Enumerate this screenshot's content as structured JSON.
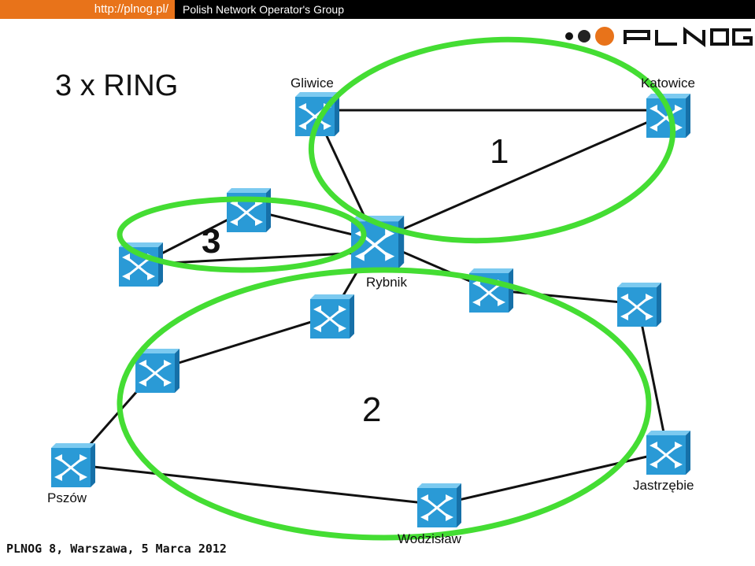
{
  "header": {
    "url": "http://plnog.pl/",
    "org": "Polish Network Operator's Group",
    "logo_text": "PLNOG",
    "accent": "#e8731a"
  },
  "slide": {
    "title": "3 x RING",
    "footer": "PLNOG 8, Warszawa, 5 Marca 2012"
  },
  "nodes": {
    "gliwice": "Gliwice",
    "katowice": "Katowice",
    "rybnik": "Rybnik",
    "pszow": "Pszów",
    "jastrzebie": "Jastrzębie",
    "wodzislaw": "Wodzisław"
  },
  "rings": {
    "r1": "1",
    "r2": "2",
    "r3": "3",
    "color": "#44dd33"
  },
  "switch_icon": "network-switch-icon",
  "switch_color": "#2a9ad6"
}
